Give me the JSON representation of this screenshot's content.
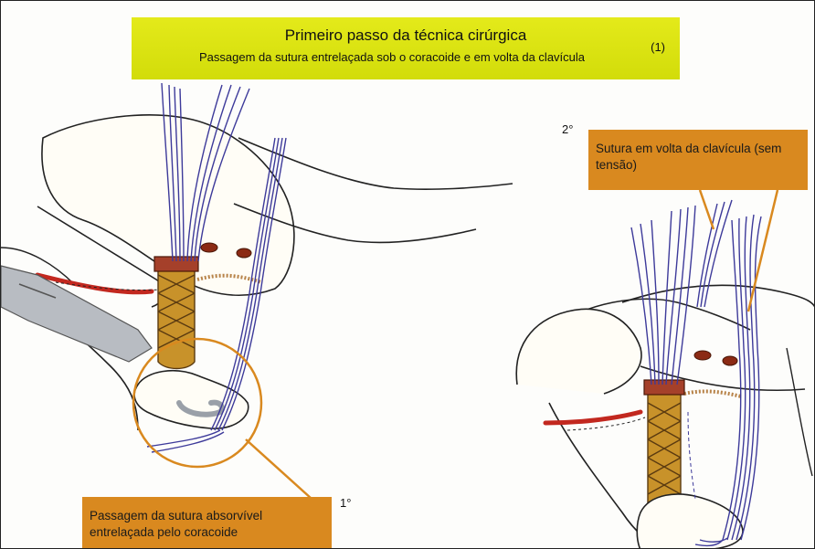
{
  "title": {
    "main": "Primeiro passo da técnica cirúrgica",
    "subtitle": "Passagem da sutura entrelaçada sob o coracoide e em volta da clavícula",
    "figure_number": "(1)"
  },
  "callouts": {
    "clavicle_loop": "Sutura em volta da clavícula (sem tensão)",
    "coracoid_pass": "Passagem da sutura absorvível entrelaçada pelo coracoide"
  },
  "steps": {
    "second": "2°",
    "first": "1°"
  },
  "colors": {
    "title_bg": "#dbe214",
    "callout_bg": "#d9891f",
    "callout_line": "#d9891f",
    "suture": "#3d3a9a",
    "graft": "#c8922a",
    "blood": "#c2281f"
  }
}
